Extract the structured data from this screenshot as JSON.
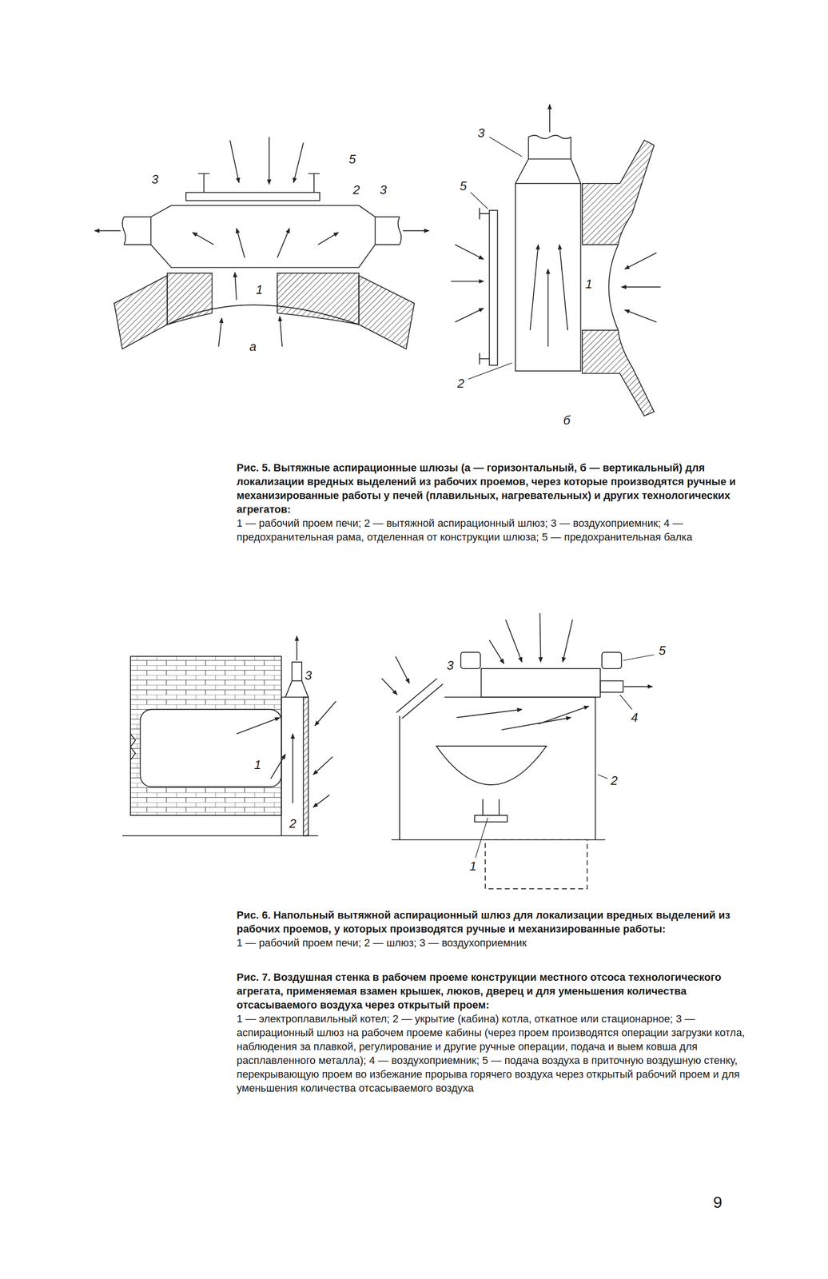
{
  "diagram": {
    "labels": [
      "3",
      "5",
      "2",
      "3",
      "1",
      "а",
      "3",
      "5",
      "1",
      "2",
      "б",
      "Рис. 5. Вытяжные аспирационные шлюзы (а — горизонтальный, б — вертикальный) для локализации вредных выделений из рабочих проемов, через которые производятся ручные и механизированные работы у печей (плавильных, нагревательных) и других технологических агрегатов:",
      "1 — рабочий проем печи; 2 — вытяжной аспирационный шлюз; 3 — воздухоприемник; 4 — предохранительная рама, отделенная от конструкции шлюза; 5 — предохранительная балка",
      "3",
      "1",
      "2",
      "3",
      "5",
      "4",
      "2",
      "1",
      "Рис. 6. Напольный вытяжной аспирационный шлюз для локализации вредных выделений из рабочих проемов, у которых производятся ручные и механизированные работы:",
      "1 — рабочий проем печи; 2 — шлюз; 3 — воздухоприемник",
      "Рис. 7. Воздушная стенка в рабочем проеме конструкции местного отсоса технологического агрегата, применяемая взамен крышек, люков, дверец и для уменьшения количества отсасываемого воздуха через открытый проем:",
      "1 — электроплавильный котел; 2 — укрытие (кабина) котла, откатное или стационарное; 3 — аспирационный шлюз на рабочем проеме кабины (через проем производятся операции загрузки котла, наблюдения за плавкой, регулирование и другие ручные операции, подача и выем ковша для расплавленного металла); 4 — воздухоприемник; 5 — подача воздуха в приточную воздушную стенку, перекрывающую проем во избежание прорыва горячего воздуха через открытый рабочий проем и для уменьшения количества отсасываемого воздуха",
      "9"
    ]
  }
}
